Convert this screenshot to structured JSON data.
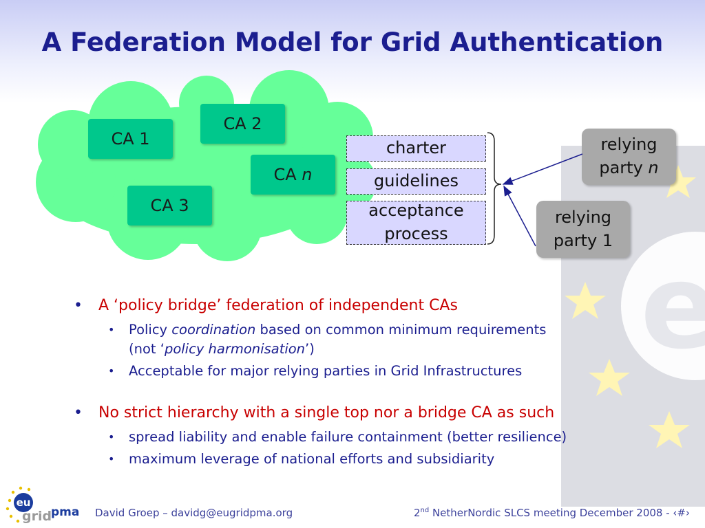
{
  "slide": {
    "title": "A Federation Model for Grid Authentication"
  },
  "diagram": {
    "cas": [
      {
        "label": "CA 1"
      },
      {
        "label": "CA 2"
      },
      {
        "prefix": "CA ",
        "suffix": "n"
      },
      {
        "label": "CA 3"
      }
    ],
    "policy_items": [
      "charter",
      "guidelines",
      "acceptance",
      "process"
    ],
    "relying_party_n": {
      "line1": "relying",
      "line2_prefix": "party ",
      "line2_suffix": "n"
    },
    "relying_party_1": {
      "line1": "relying",
      "line2": "party 1"
    }
  },
  "bullets": {
    "b1": "A ‘policy bridge’ federation of independent CAs",
    "b1_sub1_pre": "Policy ",
    "b1_sub1_em": "coordination",
    "b1_sub1_post": " based on common minimum requirements",
    "b1_sub1_l2_pre": "(not ‘",
    "b1_sub1_l2_em": "policy harmonisation",
    "b1_sub1_l2_post": "’)",
    "b1_sub2": "Acceptable for major relying parties in Grid Infrastructures",
    "b2": "No strict hierarchy with a single top nor a bridge CA as such",
    "b2_sub1": "spread liability and enable failure containment (better resilience)",
    "b2_sub2": "maximum leverage of national efforts and subsidiarity"
  },
  "footer": {
    "author": "David Groep – davidg@eugridpma.org",
    "meeting_num": "2",
    "meeting_sup": "nd",
    "meeting_text": " NetherNordic SLCS meeting December 2008 - ‹#›"
  },
  "logo": {
    "eu": "eu",
    "grid": "grid",
    "pma": "pma"
  },
  "colors": {
    "title": "#1b1e8f",
    "cloud": "#66ff99",
    "ca_box": "#00c88c",
    "policy_box": "#d9d7ff",
    "relying_party": "#a9a9a9",
    "bullet_level1": "#c80000",
    "bullet_level2": "#1b1e8f",
    "eu_band": "#dfe0e6",
    "eu_star": "#fff4b8"
  }
}
